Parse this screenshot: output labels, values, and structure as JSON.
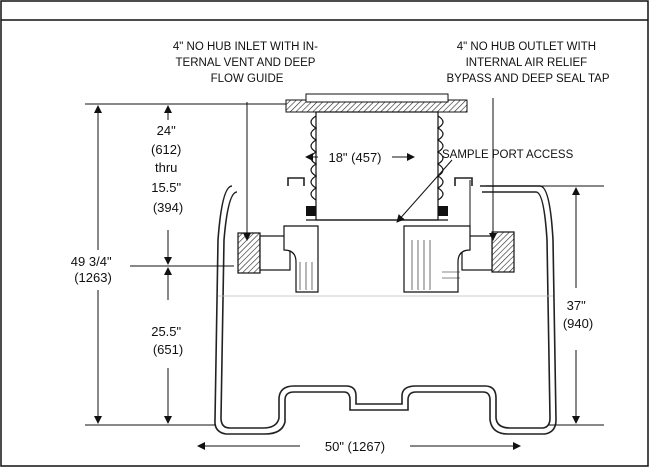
{
  "annotations": {
    "inlet": [
      "4\" NO HUB INLET WITH IN-",
      "TERNAL VENT AND DEEP",
      "FLOW GUIDE"
    ],
    "outlet": [
      "4\" NO HUB OUTLET WITH",
      "INTERNAL AIR RELIEF",
      "BYPASS AND DEEP SEAL TAP"
    ],
    "sample_port": "SAMPLE PORT ACCESS"
  },
  "dimensions": {
    "riser_width": "18\" (457)",
    "riser_height": [
      "24\"",
      "(612)",
      "thru",
      "15.5\"",
      "(394)"
    ],
    "total_height": [
      "49 3/4\"",
      "(1263)"
    ],
    "lower_height": [
      "25.5\"",
      "(651)"
    ],
    "right_height": [
      "37\"",
      "(940)"
    ],
    "overall_width": "50\" (1267)"
  }
}
